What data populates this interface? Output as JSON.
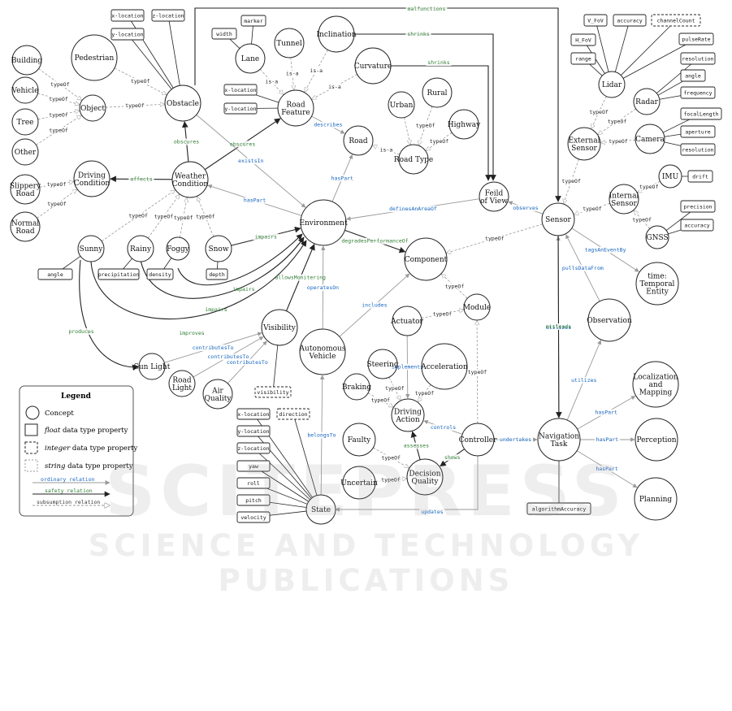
{
  "colors": {
    "ordinary": "#1565c0",
    "safety": "#2e7d32",
    "stroke": "#222",
    "subsumption": "#999"
  },
  "concepts": {
    "building": "Building",
    "vehicle": "Vehicle",
    "tree": "Tree",
    "other": "Other",
    "object": "Object",
    "pedestrian": "Pedestrian",
    "obstacle": "Obstacle",
    "lane": "Lane",
    "tunnel": "Tunnel",
    "inclination": "Inclination",
    "curvature": "Curvature",
    "road_feature": "Road Feature",
    "urban": "Urban",
    "rural": "Rural",
    "highway": "Highway",
    "road": "Road",
    "road_type": "Road Type",
    "slippery_road": "Slippery Road",
    "normal_road": "Normal Road",
    "driving_condition": "Driving Condition",
    "weather_condition": "Weather Condition",
    "environment": "Environment",
    "field_of_view": "Feild of View",
    "sunny": "Sunny",
    "rainy": "Rainy",
    "foggy": "Foggy",
    "snow": "Snow",
    "component": "Component",
    "visibility": "Visibility",
    "sun_light": "Sun Light",
    "road_light": "Road Light",
    "air_quality": "Air Quality",
    "autonomous_vehicle": "Autonomous Vehicle",
    "actuator": "Actuator",
    "module": "Module",
    "steering": "Steering",
    "acceleration": "Acceleration",
    "braking": "Braking",
    "driving_action": "Driving Action",
    "controller": "Controller",
    "faulty": "Faulty",
    "uncertain": "Uncertain",
    "decision_quality": "Decision Quality",
    "state": "State",
    "lidar": "Lidar",
    "radar": "Radar",
    "camera": "Camera",
    "external_sensor": "External Sensor",
    "imu": "IMU",
    "internal_sensor": "Internal Sensor",
    "gnss": "GNSS",
    "sensor": "Sensor",
    "temporal_entity": "time: Temporal Entity",
    "observation": "Observation",
    "navigation_task": "Navigation Task",
    "localization_mapping": "Localization and Mapping",
    "perception": "Perception",
    "planning": "Planning"
  },
  "properties": {
    "obs_xloc": "x-location",
    "obs_zloc": "z-location",
    "obs_yloc": "y-location",
    "lane_marker": "marker",
    "lane_width": "width",
    "rf_xloc": "x-location",
    "rf_yloc": "y-location",
    "sunny_angle": "angle",
    "rainy_precip": "precipitation",
    "foggy_density": "density",
    "snow_depth": "depth",
    "vis_visibility": "visibility",
    "st_xloc": "x-location",
    "st_direction": "direction",
    "st_yloc": "y-location",
    "st_zloc": "z-location",
    "st_yaw": "yaw",
    "st_roll": "roll",
    "st_pitch": "pitch",
    "st_velocity": "velocity",
    "nav_accuracy": "algorithmAccuracy",
    "lidar_vfov": "V_FoV",
    "lidar_accuracy": "accuracy",
    "lidar_channel": "channelCount",
    "lidar_hfov": "H_FoV",
    "lidar_pulse": "pulseRate",
    "lidar_range": "range",
    "radar_resolution": "resolution",
    "radar_angle": "angle",
    "radar_frequency": "frequency",
    "cam_focal": "focalLength",
    "cam_aperture": "aperture",
    "cam_resolution": "resolution",
    "imu_drift": "drift",
    "gnss_precision": "precision",
    "gnss_accuracy": "accuracy"
  },
  "edges": {
    "typeOf": "typeOf",
    "isA": "is-a",
    "malfunctions": "malfunctions",
    "shrinks": "shrinks",
    "obscures": "obscures",
    "existsIn": "existsIn",
    "describes": "describes",
    "affects": "affects",
    "hasPart": "hasPart",
    "definesAreaOf": "definesAnAreaOf",
    "observes": "observes",
    "impairs": "impairs",
    "degrades": "degradesPerformanceOf",
    "allowsMonitoring": "allowsMonitering",
    "operatesOn": "operatesOn",
    "includes": "includes",
    "produces": "produces",
    "improves": "improves",
    "contributesTo": "contributesTo",
    "implements": "implements",
    "controls": "controls",
    "assesses": "assesses",
    "shows": "shows",
    "undertakes": "undertakes",
    "belongsTo": "belongsTo",
    "updates": "updates",
    "misleads": "misleads",
    "utilizes": "utilizes",
    "pullsDataFrom": "pullsDataFrom",
    "tagsAnEventBy": "tagsAnEventBy"
  },
  "legend": {
    "title": "Legend",
    "concept": "Concept",
    "float_word": "float",
    "float_rest": " data type property",
    "integer_word": "integer",
    "integer_rest": " data type property",
    "string_word": "string",
    "string_rest": " data type property",
    "ordinary": "ordinary relation",
    "safety": "safety relation",
    "subsumption": "subsumption relation"
  },
  "watermark": {
    "main": "SCITEPRESS",
    "sub": "SCIENCE AND TECHNOLOGY PUBLICATIONS"
  }
}
